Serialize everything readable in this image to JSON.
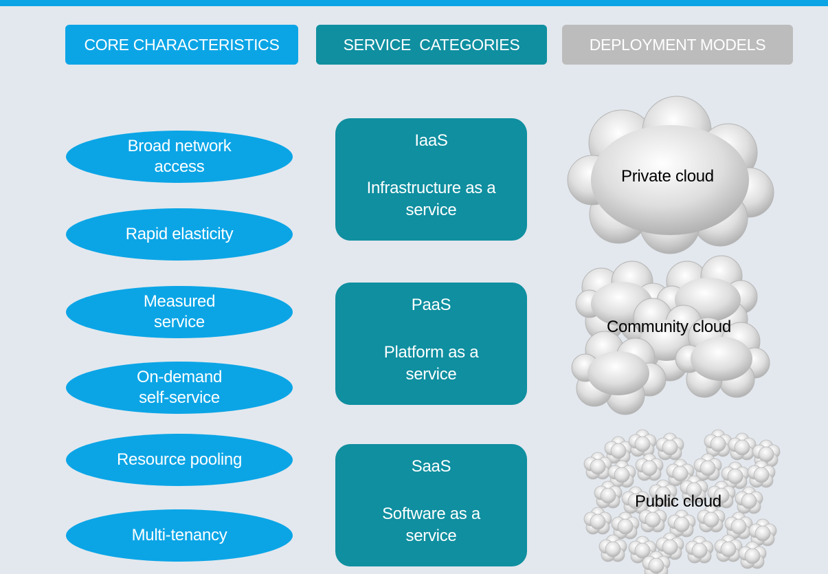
{
  "headers": {
    "core": "CORE CHARACTERISTICS",
    "service": "SERVICE  CATEGORIES",
    "deployment": "DEPLOYMENT MODELS"
  },
  "characteristics": [
    "Broad network\naccess",
    "Rapid elasticity",
    "Measured\nservice",
    "On-demand\nself-service",
    "Resource pooling",
    "Multi-tenancy"
  ],
  "services": [
    {
      "name": "IaaS",
      "description": "Infrastructure as a\nservice"
    },
    {
      "name": "PaaS",
      "description": "Platform as a\nservice"
    },
    {
      "name": "SaaS",
      "description": "Software as a\nservice"
    }
  ],
  "deployment": [
    "Private cloud",
    "Community cloud",
    "Public cloud"
  ],
  "colors": {
    "background": "#e3e8ee",
    "core_blue": "#0ba5e6",
    "service_teal": "#0f8fa0",
    "deployment_gray": "#bcbcbc"
  }
}
